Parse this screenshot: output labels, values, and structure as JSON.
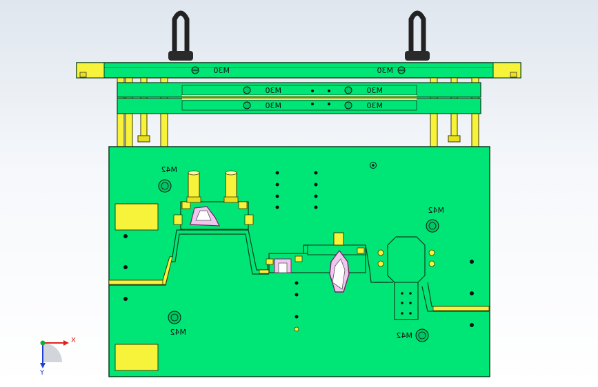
{
  "model": {
    "labels": {
      "m30": "M30",
      "m42": "M42"
    },
    "axes": {
      "x": "X",
      "y": "Y"
    },
    "colors": {
      "plate": "#00e676",
      "plate_edge": "#0a3d1c",
      "yellow": "#f7f23a",
      "pink": "#f0c6ef",
      "purple": "#7a1f6b",
      "axis_x": "#e02020",
      "axis_y": "#1f3fd6",
      "axis_z": "#1aa83a"
    },
    "icons": [
      "eye-bolt-icon",
      "screw-head-icon",
      "guide-pillar-icon",
      "triad-axis-icon"
    ]
  }
}
